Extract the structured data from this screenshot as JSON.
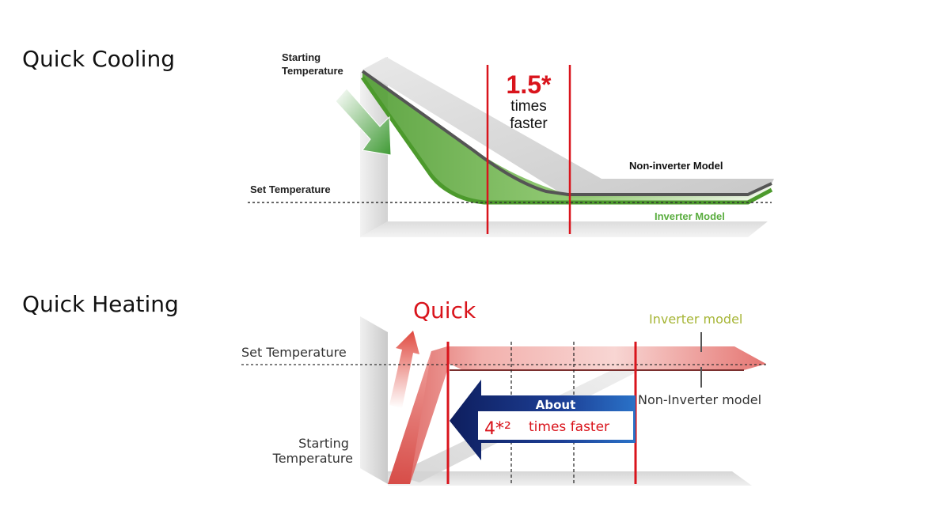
{
  "cooling": {
    "title": "Quick Cooling",
    "starting_label_1": "Starting",
    "starting_label_2": "Temperature",
    "set_label": "Set Temperature",
    "multiplier": "1.5*",
    "times_label": "times",
    "faster_label": "faster",
    "non_inverter_label": "Non-inverter Model",
    "inverter_label": "Inverter Model",
    "colors": {
      "inverter": "#5aad3f",
      "non_inverter": "#555555",
      "accent": "#d9141c"
    }
  },
  "heating": {
    "title": "Quick Heating",
    "quick_label": "Quick",
    "set_label": "Set Temperature",
    "starting_label_1": "Starting",
    "starting_label_2": "Temperature",
    "inverter_label": "Inverter model",
    "non_inverter_label": "Non-Inverter model",
    "about_label": "About",
    "multiplier_label": "4*²",
    "faster_label": "times faster",
    "colors": {
      "inverter_label": "#a6b535",
      "accent": "#d9141c",
      "arrow": "#1e3a8c"
    }
  }
}
